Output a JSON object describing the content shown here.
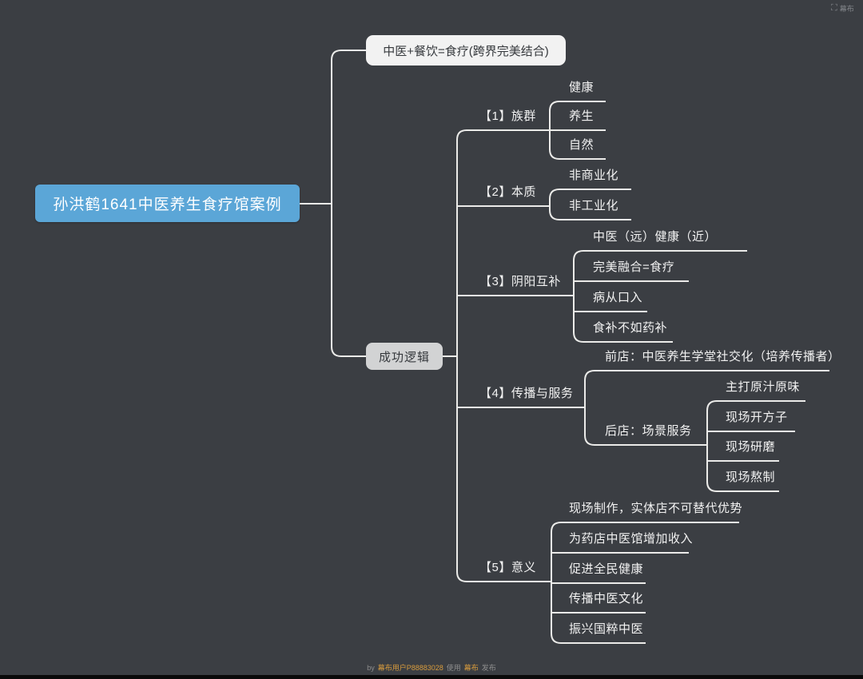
{
  "colors": {
    "background": "#3b3e43",
    "connector_line": "#ebebe9",
    "root_bg": "#5ba6d7",
    "root_text": "#ffffff",
    "top_box_bg": "#f2f2f2",
    "logic_box_bg": "#d2d3d4",
    "box_text": "#36393d",
    "node_text": "#f2f2f2",
    "watermark_link": "#d79b3d",
    "watermark_text": "#8d8d8d"
  },
  "header": {
    "logo_icon": "⛶",
    "logo_text": "幕布"
  },
  "mindmap": {
    "root": "孙洪鹤1641中医养生食疗馆案例",
    "top_node": "中医+餐饮=食疗(跨界完美结合)",
    "logic_node": "成功逻辑",
    "branches": [
      {
        "label": "【1】族群",
        "children": [
          "健康",
          "养生",
          "自然"
        ]
      },
      {
        "label": "【2】本质",
        "children": [
          "非商业化",
          "非工业化"
        ]
      },
      {
        "label": "【3】阴阳互补",
        "children": [
          "中医（远）健康（近）",
          "完美融合=食疗",
          "病从口入",
          "食补不如药补"
        ]
      },
      {
        "label": "【4】传播与服务",
        "children": [
          {
            "label": "前店：中医养生学堂社交化（培养传播者）",
            "children": []
          },
          {
            "label": "后店：场景服务",
            "children": [
              "主打原汁原味",
              "现场开方子",
              "现场研磨",
              "现场熬制"
            ]
          }
        ]
      },
      {
        "label": "【5】意义",
        "children": [
          "现场制作，实体店不可替代优势",
          "为药店中医馆增加收入",
          "促进全民健康",
          "传播中医文化",
          "振兴国粹中医"
        ]
      }
    ]
  },
  "footer": {
    "watermark_prefix": "by",
    "watermark_user": "幕布用户P88883028",
    "watermark_via": "使用",
    "watermark_brand": "幕布",
    "watermark_suffix": "发布"
  }
}
